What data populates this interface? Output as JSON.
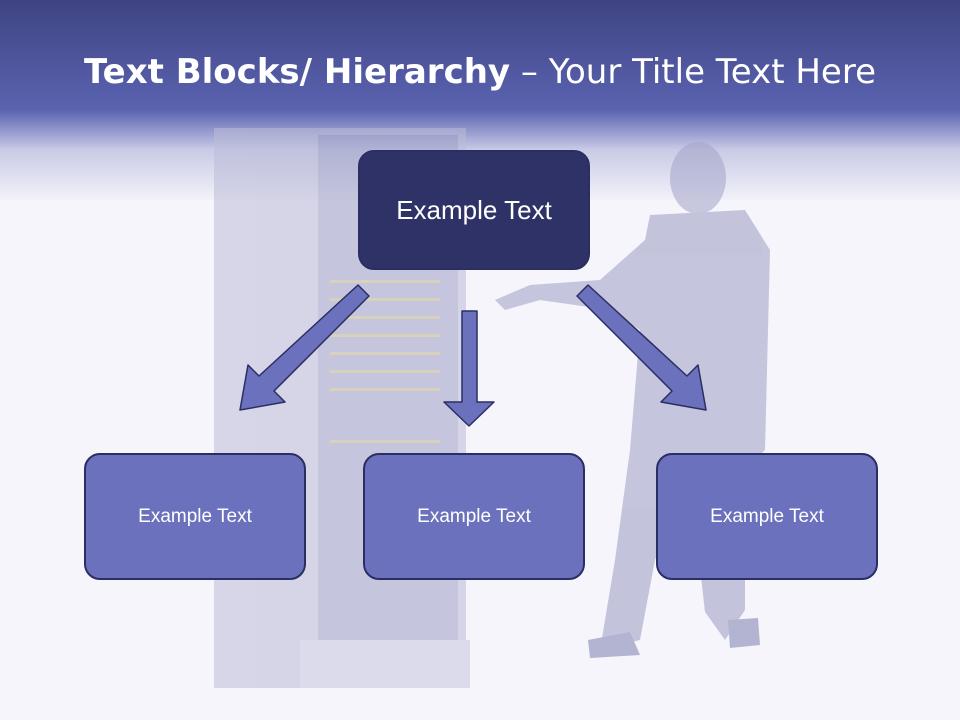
{
  "title": {
    "bold": "Text Blocks/ Hierarchy",
    "dash": " – ",
    "rest": "Your Title Text Here"
  },
  "diagram": {
    "top": {
      "label": "Example Text"
    },
    "children": [
      {
        "label": "Example Text"
      },
      {
        "label": "Example Text"
      },
      {
        "label": "Example Text"
      }
    ]
  },
  "colors": {
    "header_dark": "#3e4482",
    "top_box": "#2f3266",
    "child_box": "#6b71bd",
    "arrow_fill": "#6b71bd",
    "arrow_stroke": "#2a2e63"
  }
}
